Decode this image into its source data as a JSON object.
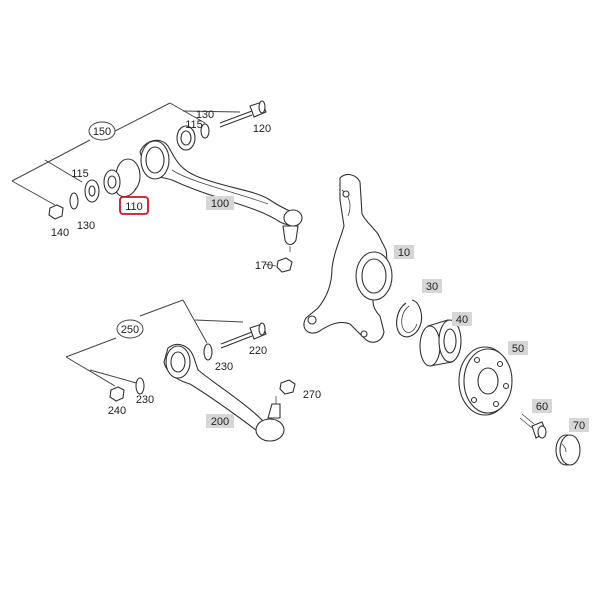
{
  "diagram": {
    "highlight_color": "#d0141e",
    "labels": {
      "l10": "10",
      "l30": "30",
      "l40": "40",
      "l50": "50",
      "l60": "60",
      "l70": "70",
      "l100": "100",
      "l110": "110",
      "l115a": "115",
      "l115b": "115",
      "l120": "120",
      "l130a": "130",
      "l130b": "130",
      "l140": "140",
      "l150": "150",
      "l170": "170",
      "l200": "200",
      "l220": "220",
      "l230a": "230",
      "l230b": "230",
      "l240": "240",
      "l250": "250",
      "l270": "270"
    }
  }
}
